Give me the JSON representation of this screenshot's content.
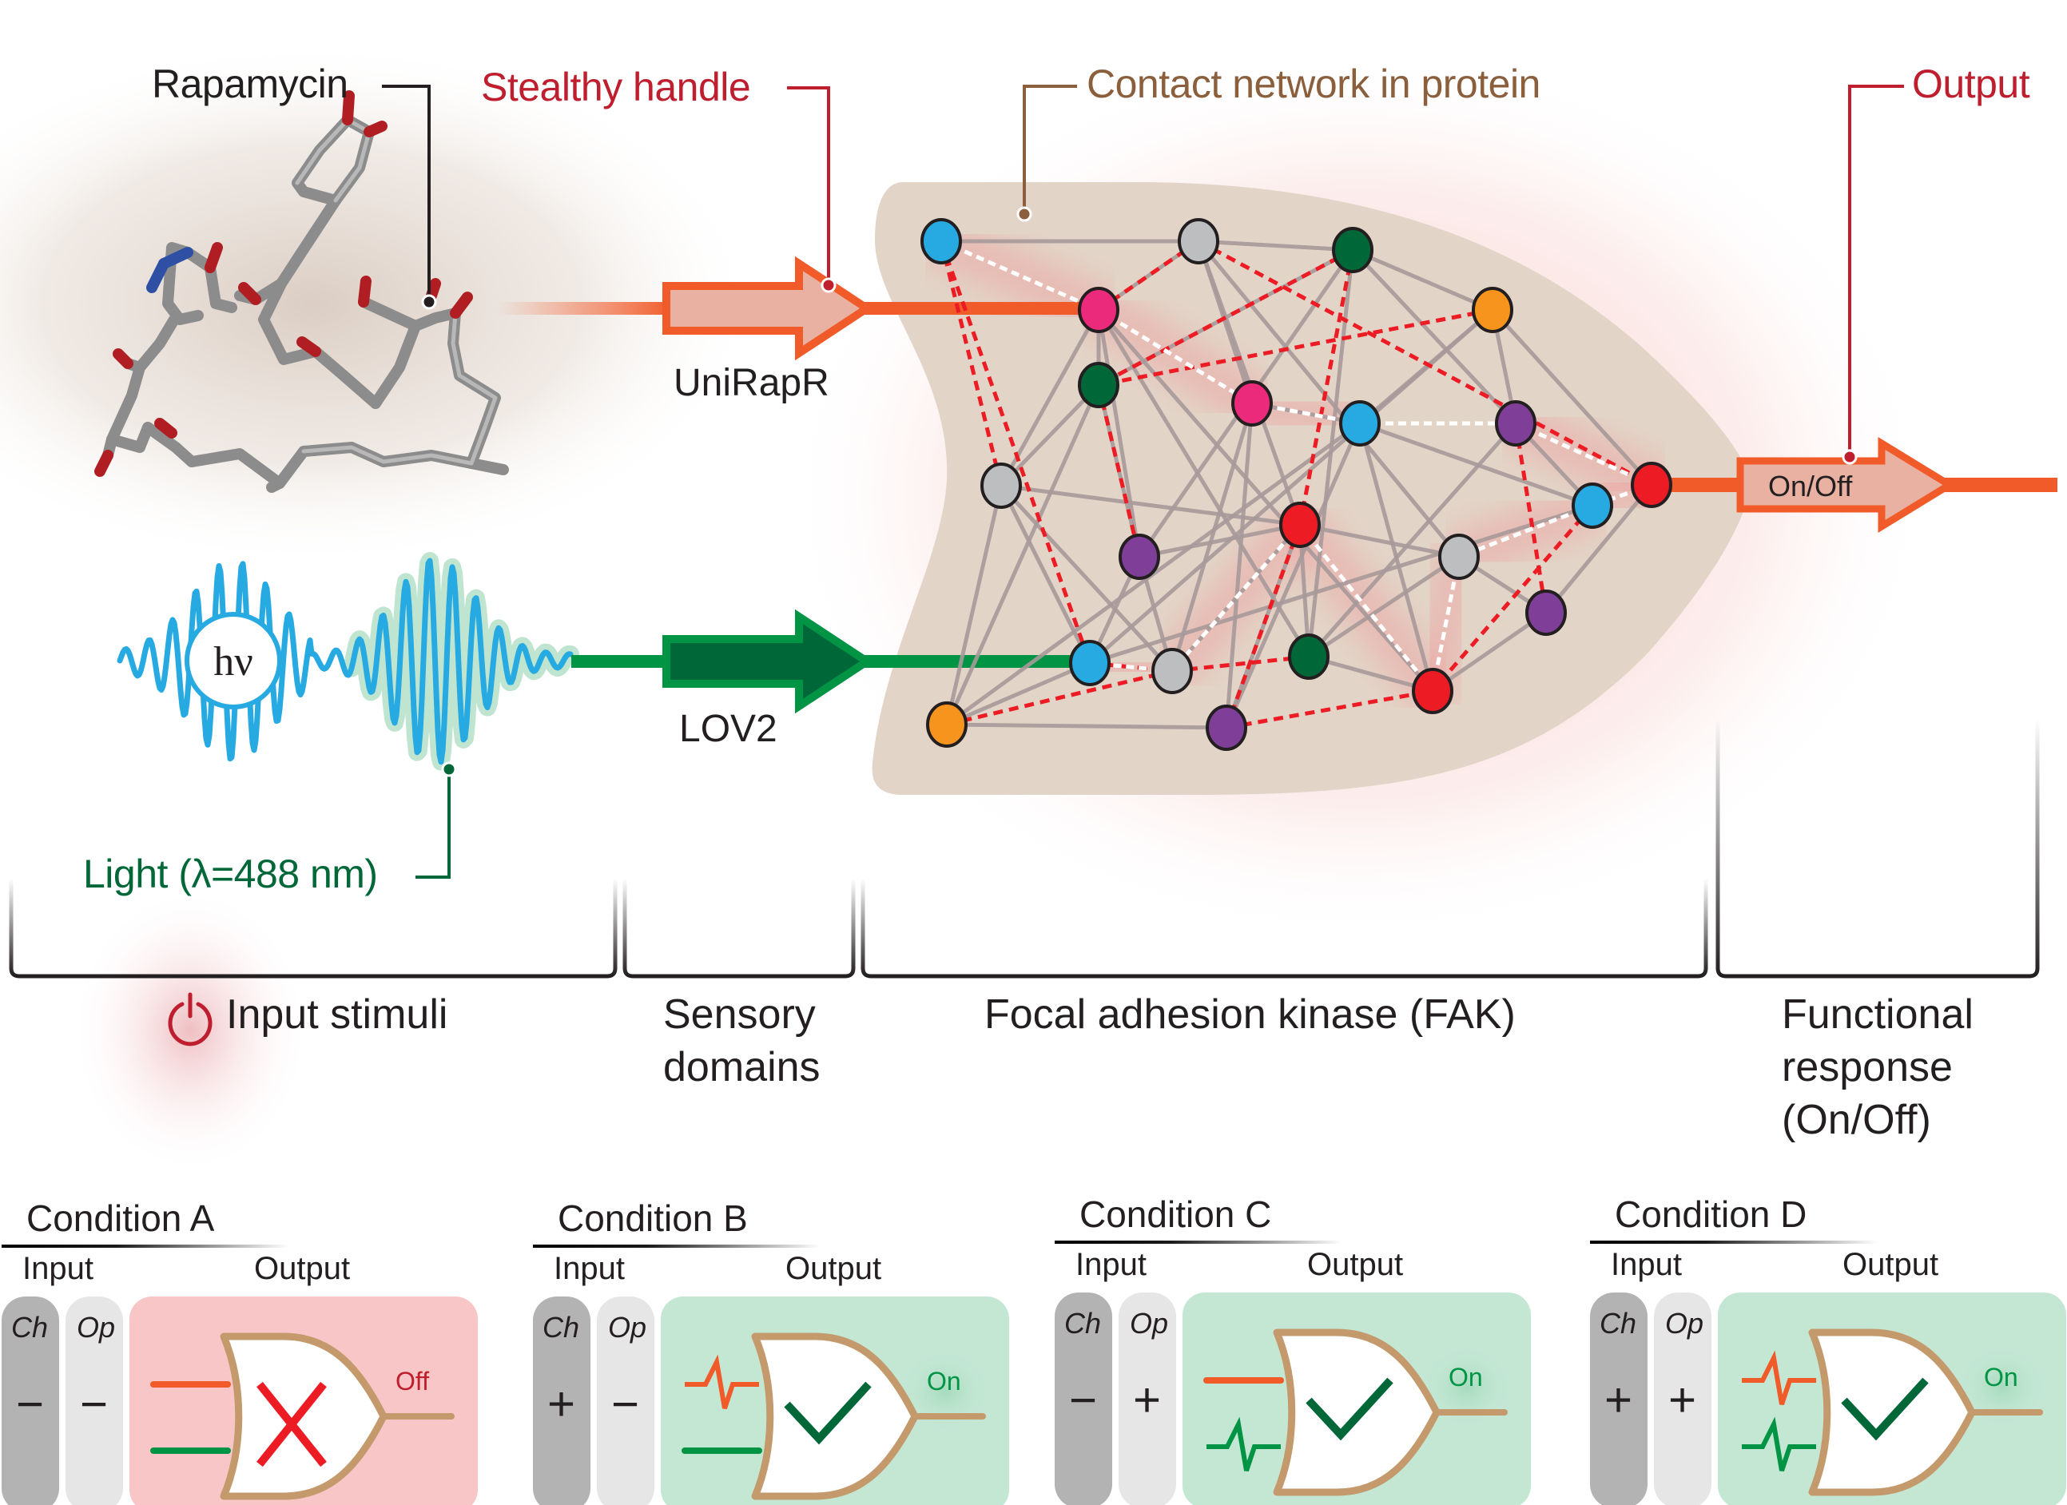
{
  "callouts": {
    "rapamycin": "Rapamycin",
    "stealthy_handle": "Stealthy handle",
    "contact_network": "Contact network in protein",
    "output": "Output",
    "light": "Light (λ=488 nm)"
  },
  "domains": {
    "unirapr": "UniRapR",
    "lov2": "LOV2",
    "on_off": "On/Off",
    "hv": "hν"
  },
  "sections": [
    {
      "line1": "Input stimuli",
      "line2": "",
      "line3": "",
      "icon": "power-icon"
    },
    {
      "line1": "Sensory",
      "line2": "domains",
      "line3": ""
    },
    {
      "line1": "Focal adhesion kinase (FAK)",
      "line2": "",
      "line3": ""
    },
    {
      "line1": "Functional",
      "line2": "response",
      "line3": "(On/Off)"
    }
  ],
  "colors": {
    "rapamycin_orange": "#f15a29",
    "light_green": "#009444",
    "dark_green": "#006838",
    "callout_red": "#be1e2d",
    "callout_brown": "#8b5e3c",
    "light_blue": "#27aae1",
    "gate_tan": "#c49a6c",
    "off_panel": "#f8c6c7",
    "on_panel": "#c4e7d4",
    "ch_gray": "#b3b3b3",
    "op_gray": "#e6e6e6",
    "protein_bg": "#e2d5c8"
  },
  "network": {
    "node_colors": {
      "blue": "#27aae1",
      "gray": "#bcbec0",
      "green": "#006838",
      "pink": "#ec2a7b",
      "orange": "#f7941d",
      "purple": "#7f3f98",
      "red": "#ed1c24"
    }
  },
  "conditions": [
    {
      "title": "Condition A",
      "input_label": "Input",
      "output_label": "Output",
      "ch_label": "Ch",
      "op_label": "Op",
      "ch_sign": "−",
      "op_sign": "−",
      "ch_active": false,
      "op_active": false,
      "result": "Off",
      "state": "off"
    },
    {
      "title": "Condition B",
      "input_label": "Input",
      "output_label": "Output",
      "ch_label": "Ch",
      "op_label": "Op",
      "ch_sign": "+",
      "op_sign": "−",
      "ch_active": true,
      "op_active": false,
      "result": "On",
      "state": "on"
    },
    {
      "title": "Condition C",
      "input_label": "Input",
      "output_label": "Output",
      "ch_label": "Ch",
      "op_label": "Op",
      "ch_sign": "−",
      "op_sign": "+",
      "ch_active": false,
      "op_active": true,
      "result": "On",
      "state": "on"
    },
    {
      "title": "Condition D",
      "input_label": "Input",
      "output_label": "Output",
      "ch_label": "Ch",
      "op_label": "Op",
      "ch_sign": "+",
      "op_sign": "+",
      "ch_active": true,
      "op_active": true,
      "result": "On",
      "state": "on"
    }
  ]
}
